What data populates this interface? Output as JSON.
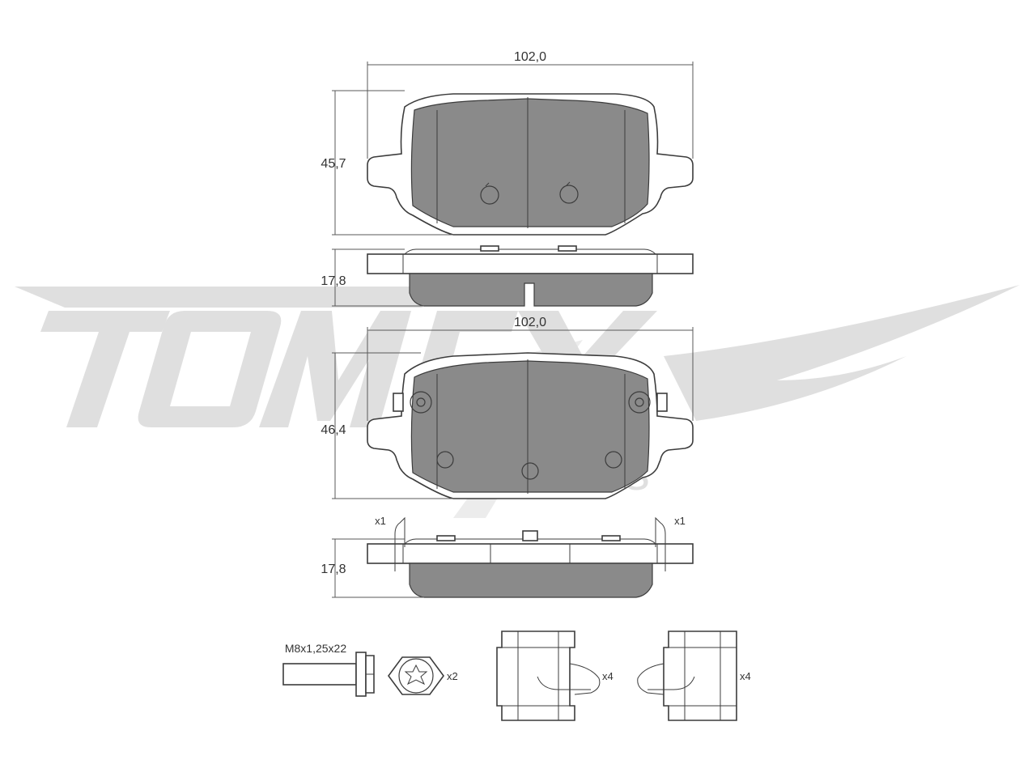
{
  "dimensions": {
    "pad1_width": "102,0",
    "pad1_height": "45,7",
    "pad1_thickness": "17,8",
    "pad2_width": "102,0",
    "pad2_height": "46,4",
    "pad2_thickness": "17,8"
  },
  "sensor_clips": {
    "left_qty": "x1",
    "right_qty": "x1"
  },
  "accessories": {
    "bolt_spec": "M8x1,25x22",
    "bolt_qty": "x2",
    "clip_a_qty": "x4",
    "clip_b_qty": "x4"
  },
  "watermark": {
    "brand": "TOMEX",
    "sub": "brakes"
  },
  "colors": {
    "friction": "#8a8a8a",
    "outline": "#3c3c3c",
    "watermark": "#dcdcdc"
  }
}
